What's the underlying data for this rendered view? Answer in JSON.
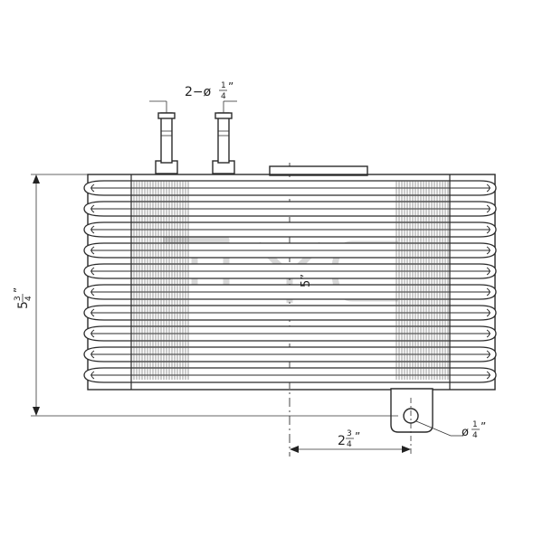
{
  "drawing": {
    "subject": "transmission-oil-cooler",
    "watermark": "TYC",
    "dimensions": {
      "fitting_diameter": {
        "prefix": "2−ø",
        "num": "1",
        "den": "4",
        "suffix": "”"
      },
      "overall_height": {
        "whole": "5",
        "num": "3",
        "den": "4",
        "suffix": "”"
      },
      "core_height": {
        "text": "5”"
      },
      "bracket_offset": {
        "whole": "2",
        "num": "3",
        "den": "4",
        "suffix": "”"
      },
      "mount_hole": {
        "prefix": "ø",
        "num": "1",
        "den": "4",
        "suffix": "”"
      }
    },
    "colors": {
      "line": "#2a2a2a",
      "watermark": "#d8d8d8",
      "background": "#ffffff"
    }
  }
}
